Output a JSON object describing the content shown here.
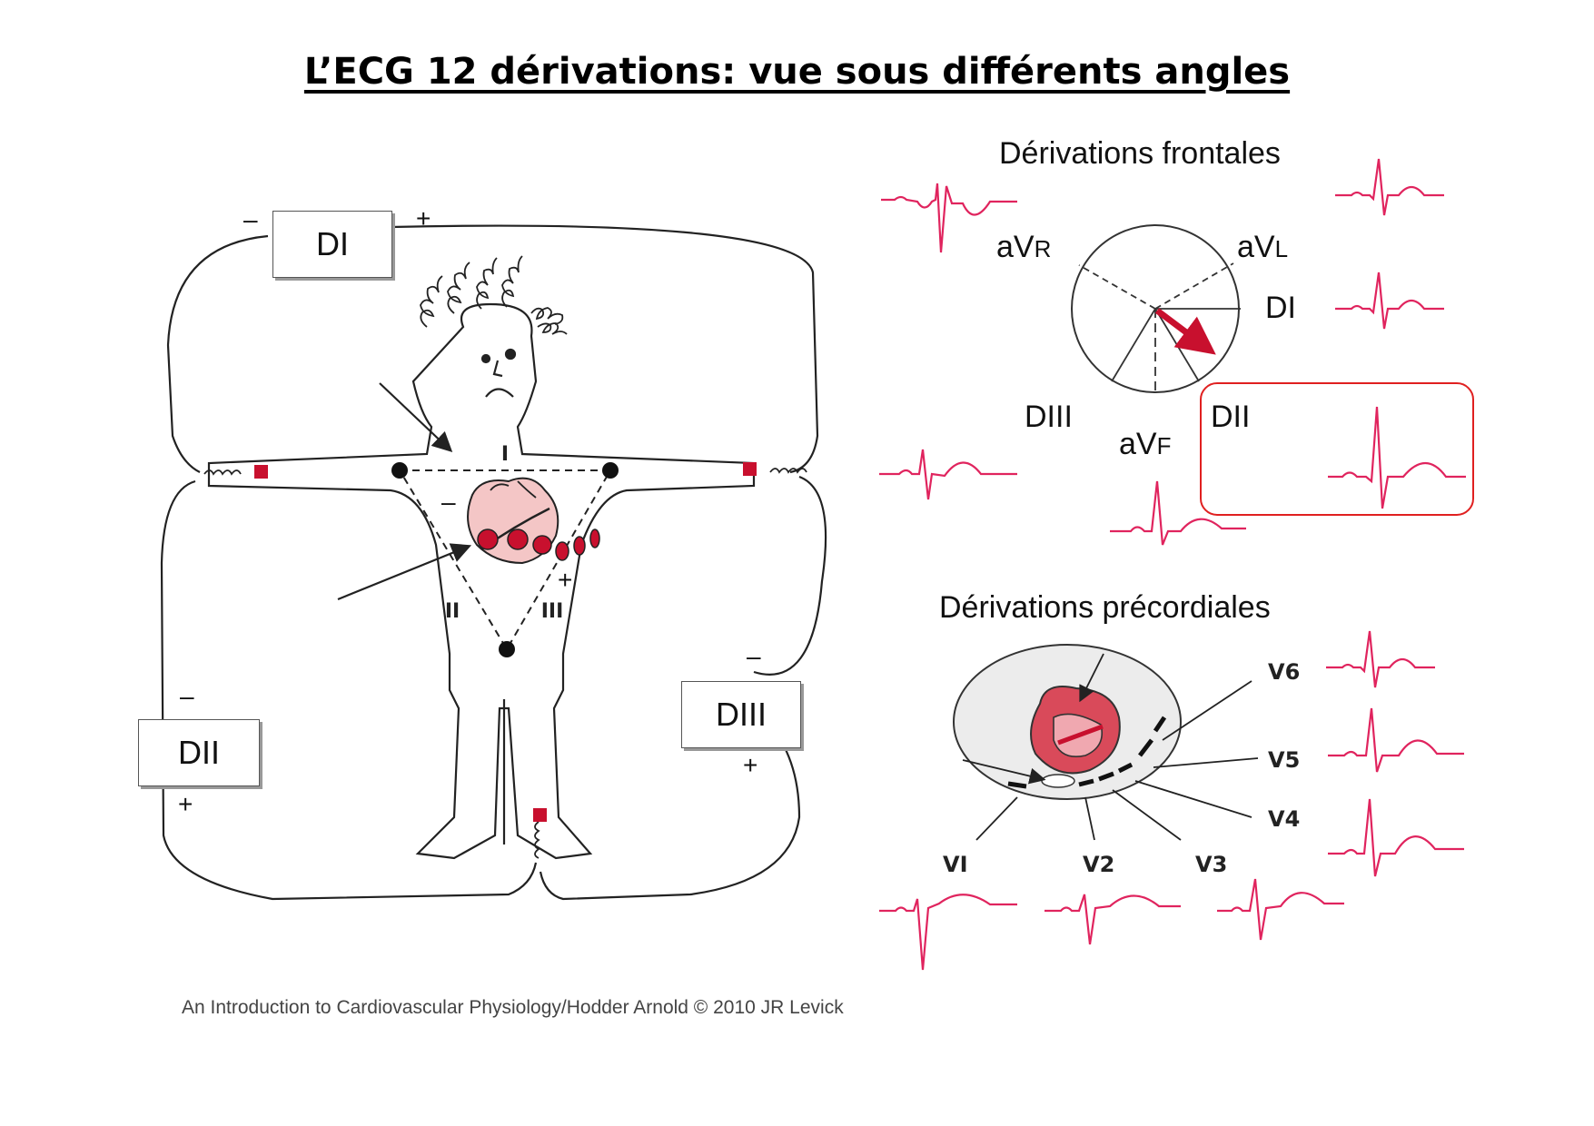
{
  "title": "L’ECG 12 dérivations: vue sous différents angles",
  "credit": "An Introduction to Cardiovascular Physiology/Hodder Arnold © 2010 JR Levick",
  "body_diagram": {
    "lead_boxes": [
      "DI",
      "DII",
      "DIII"
    ],
    "triangle_labels": [
      "I",
      "II",
      "III"
    ],
    "plus": "+",
    "minus": "–"
  },
  "frontal": {
    "heading": "Dérivations frontales",
    "labels": {
      "avr_main": "aV",
      "avr_sub": "R",
      "avl_main": "aV",
      "avl_sub": "L",
      "avf_main": "aV",
      "avf_sub": "F",
      "di": "DI",
      "dii": "DII",
      "diii": "DIII"
    },
    "highlight_color": "#e02020"
  },
  "precordial": {
    "heading": "Dérivations précordiales",
    "leads": [
      "VI",
      "V2",
      "V3",
      "V4",
      "V5",
      "V6"
    ]
  },
  "colors": {
    "ecg": "#e0245e",
    "heart": "#c8102e",
    "heart_light": "#f4c6c6",
    "electrode": "#c8102e"
  }
}
